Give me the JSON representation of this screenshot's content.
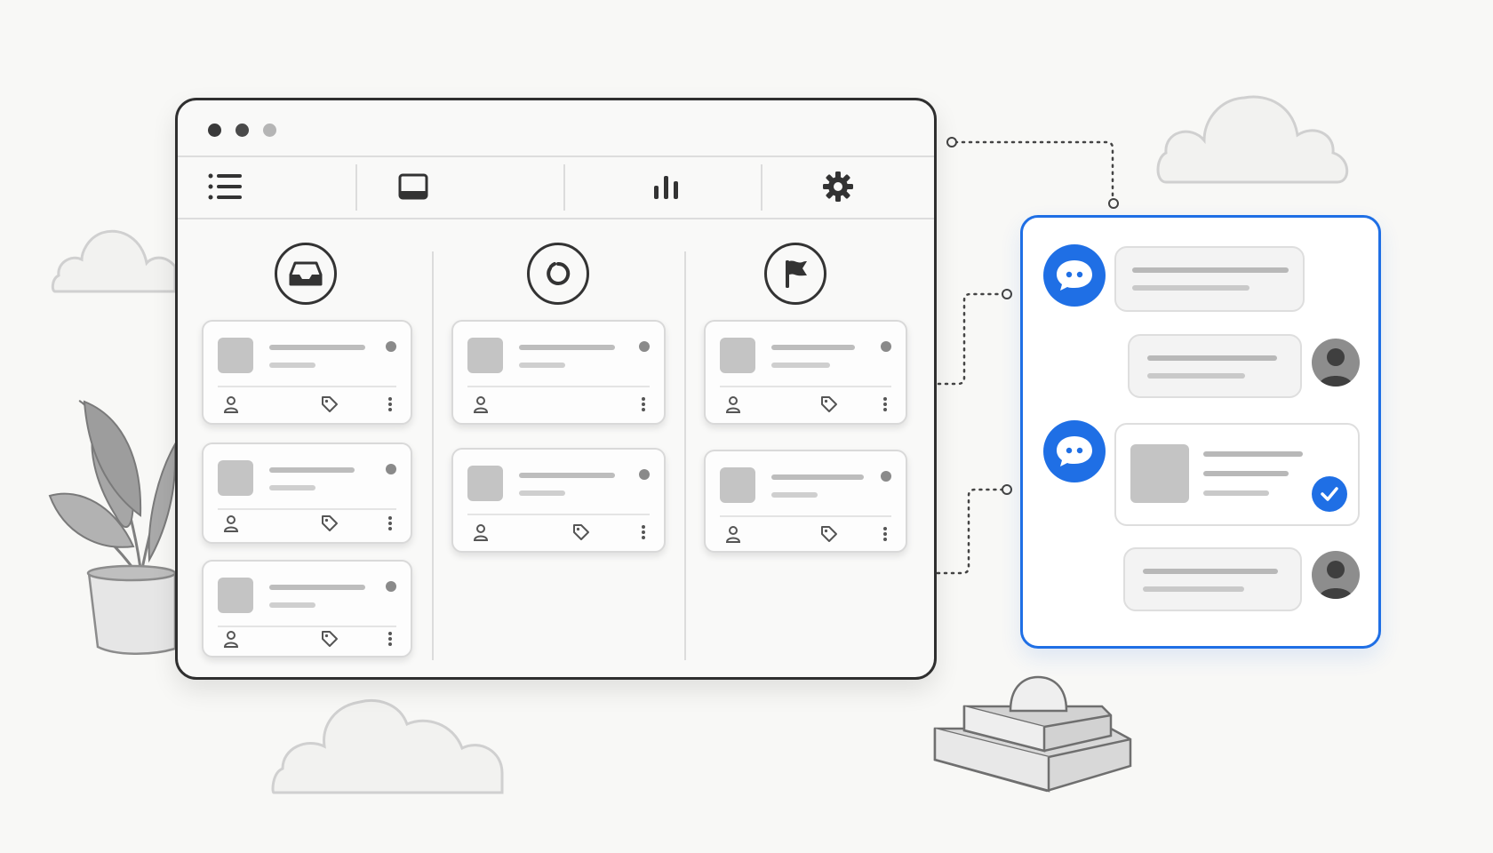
{
  "colors": {
    "background": "#f8f8f6",
    "accent": "#1f6fe5",
    "window_border": "#2f2f2f",
    "placeholder_gray": "#c4c4c4"
  },
  "window": {
    "controls": [
      "dot-dark",
      "dot-dark",
      "dot-light"
    ],
    "toolbar": [
      "list-icon",
      "inbox-tray-icon",
      "bar-chart-icon",
      "gear-icon"
    ]
  },
  "board": {
    "columns": [
      {
        "icon": "inbox-icon",
        "card_count": 3
      },
      {
        "icon": "progress-ring-icon",
        "card_count": 2
      },
      {
        "icon": "flag-icon",
        "card_count": 2
      }
    ],
    "card_actions": [
      "user-icon",
      "tag-icon",
      "more-vertical-icon"
    ]
  },
  "chat_panel": {
    "messages": [
      {
        "from": "bot",
        "icon": "chat-bubble-icon"
      },
      {
        "from": "user",
        "icon": "user-avatar-icon"
      },
      {
        "from": "bot",
        "icon": "chat-bubble-icon",
        "attachment": true,
        "status": "check-icon"
      },
      {
        "from": "user",
        "icon": "user-avatar-icon"
      }
    ]
  },
  "decorations": [
    "cloud-icon",
    "cloud-icon",
    "cloud-icon",
    "plant-icon",
    "book-stack-icon"
  ]
}
